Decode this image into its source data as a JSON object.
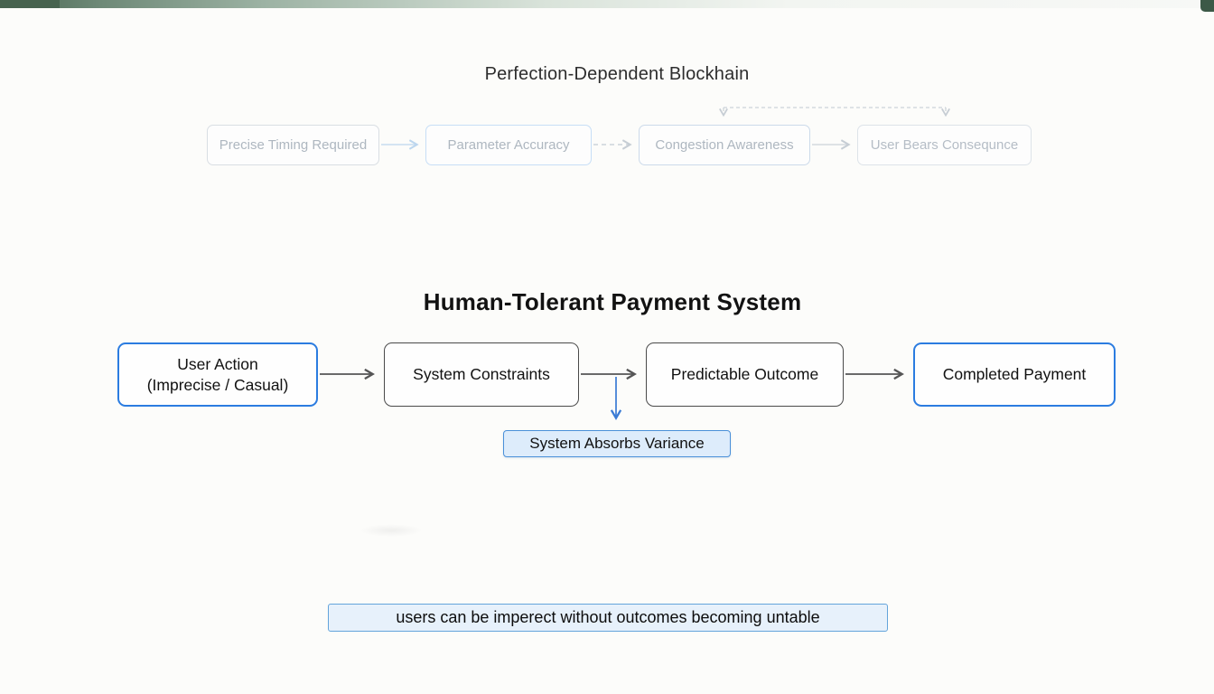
{
  "slide": {
    "background": "#fcfcfa",
    "top_accent_bar": {
      "left_block_color": "#47634f",
      "fade_color": "#f2f5f1",
      "right_corner_color": "#3c5947"
    }
  },
  "blockchain_diagram": {
    "title": "Perfection-Dependent Blockhain",
    "nodes": [
      {
        "id": "precise-timing",
        "label": "Precise Timing Required"
      },
      {
        "id": "parameter-accuracy",
        "label": "Parameter Accuracy"
      },
      {
        "id": "congestion-awareness",
        "label": "Congestion Awareness"
      },
      {
        "id": "user-bears-consequence",
        "label": "User Bears Consequnce"
      }
    ],
    "edges": [
      {
        "from": "precise-timing",
        "to": "parameter-accuracy",
        "style": "solid"
      },
      {
        "from": "parameter-accuracy",
        "to": "congestion-awareness",
        "style": "dashed"
      },
      {
        "from": "congestion-awareness",
        "to": "user-bears-consequence",
        "style": "solid"
      },
      {
        "type": "dashed-bracket",
        "over": [
          "congestion-awareness",
          "user-bears-consequence"
        ]
      }
    ]
  },
  "payment_diagram": {
    "title": "Human-Tolerant Payment System",
    "nodes": [
      {
        "id": "user-action",
        "label_line1": "User Action",
        "label_line2": "(Imprecise / Casual)",
        "border": "blue"
      },
      {
        "id": "system-constraints",
        "label": "System Constraints",
        "border": "dark"
      },
      {
        "id": "predictable-outcome",
        "label": "Predictable Outcome",
        "border": "dark"
      },
      {
        "id": "completed-payment",
        "label": "Completed Payment",
        "border": "blue"
      }
    ],
    "edges": [
      {
        "from": "user-action",
        "to": "system-constraints",
        "style": "solid"
      },
      {
        "from": "system-constraints",
        "to": "predictable-outcome",
        "style": "solid"
      },
      {
        "from": "predictable-outcome",
        "to": "completed-payment",
        "style": "solid"
      },
      {
        "from": "system-constraints-arrow",
        "to": "variance-note",
        "style": "solid-blue-down"
      }
    ],
    "variance_note": "System Absorbs Variance"
  },
  "caption": {
    "text": "users can be imperect without outcomes becoming untable"
  },
  "colors": {
    "accent_blue": "#2b7ce0",
    "dark_border": "#4a4a4a",
    "faded_border": "#d9dee3",
    "faded_blue_border": "#c7def6",
    "faded_text": "#aeb7c0",
    "arrow_dark": "#555555",
    "arrow_blue": "#3a7bd5",
    "arrow_faded": "#ccd3d9",
    "note_fill": "#ddecfb",
    "note_border": "#4a90d9",
    "caption_fill": "#e7f1fb",
    "caption_border": "#63a4db",
    "topbar_green": "#47634f"
  }
}
